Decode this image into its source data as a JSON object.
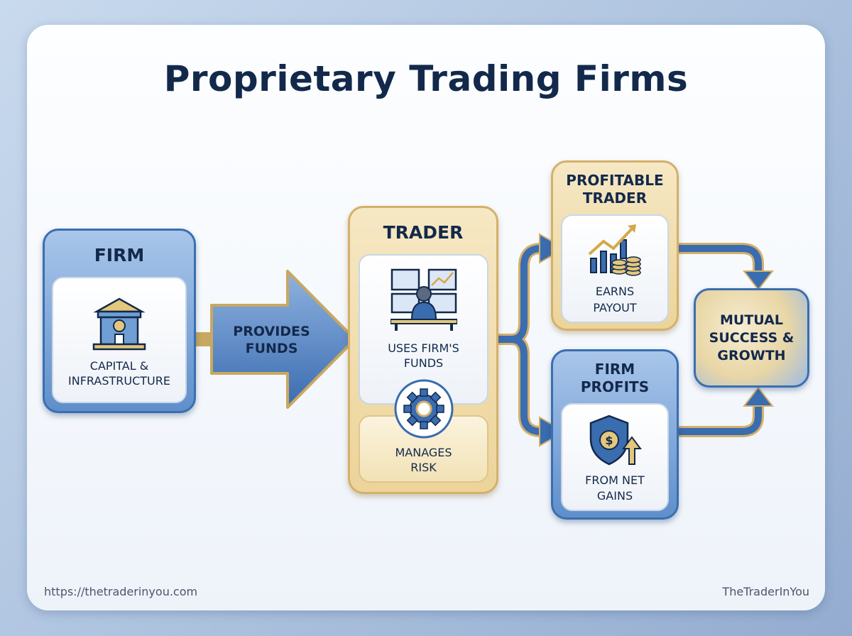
{
  "title": "Proprietary Trading Firms",
  "firm": {
    "label": "FIRM",
    "text1": "CAPITAL &",
    "text2": "INFRASTRUCTURE",
    "icon": "bank-icon"
  },
  "provides": {
    "line1": "PROVIDES",
    "line2": "FUNDS"
  },
  "trader": {
    "label": "TRADER",
    "text1": "USES FIRM'S",
    "text2": "FUNDS",
    "risk1": "MANAGES",
    "risk2": "RISK",
    "icon": "trader-monitors-icon",
    "gear": "gear-icon"
  },
  "profitable": {
    "label1": "PROFITABLE",
    "label2": "TRADER",
    "text1": "EARNS",
    "text2": "PAYOUT",
    "icon": "chart-coins-icon"
  },
  "firm_profits": {
    "label1": "FIRM",
    "label2": "PROFITS",
    "text1": "FROM NET",
    "text2": "GAINS",
    "icon": "shield-dollar-icon"
  },
  "mutual": {
    "line1": "MUTUAL",
    "line2": "SUCCESS &",
    "line3": "GROWTH"
  },
  "footer": {
    "url": "https://thetraderinyou.com",
    "brand": "TheTraderInYou"
  },
  "colors": {
    "navy": "#13294b",
    "blue": "#3a6fb0",
    "gold": "#d4b06a"
  }
}
